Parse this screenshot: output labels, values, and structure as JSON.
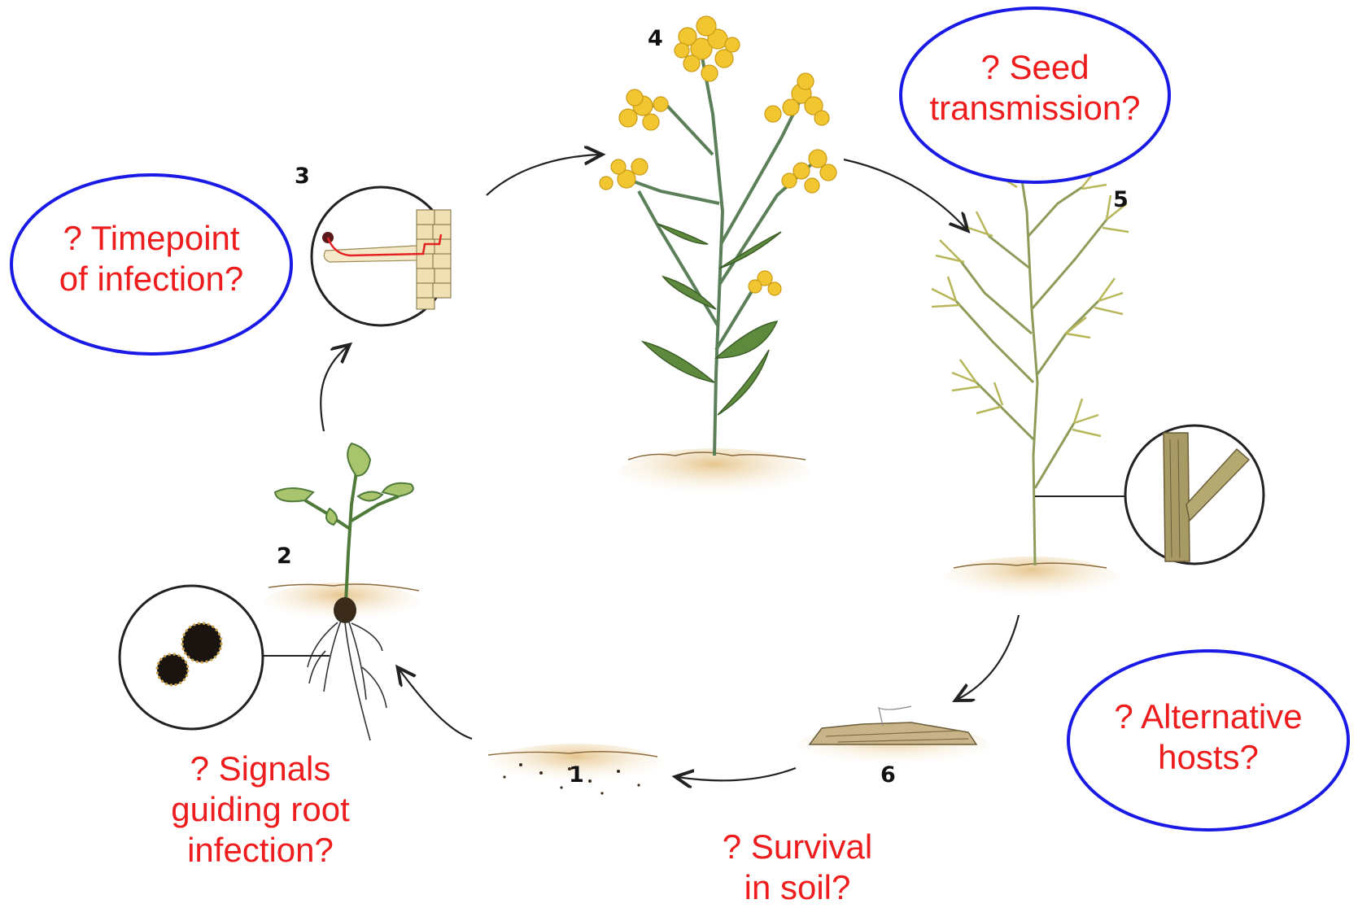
{
  "questions": {
    "timepoint": "? Timepoint\nof infection?",
    "seed": "? Seed\ntransmission?",
    "alternative": "? Alternative\nhosts?",
    "signals": "? Signals\nguiding root\ninfection?",
    "survival": "? Survival\nin soil?"
  },
  "stages": [
    "1",
    "2",
    "3",
    "4",
    "5",
    "6"
  ],
  "colors": {
    "question_text": "#ee1c1c",
    "ellipse_outline": "#1a1ae6",
    "stem": "#4f7a3a",
    "leaf": "#5d8a3c",
    "flower": "#f2c631",
    "soil": "#e9cf9b",
    "hypha": "#e52222"
  }
}
